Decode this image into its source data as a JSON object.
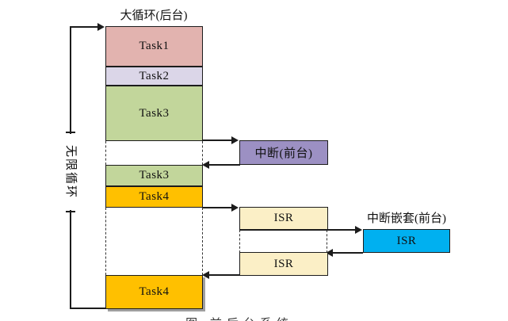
{
  "labels": {
    "title_background": "大循环(后台)",
    "infinite_loop": "无限循环",
    "task1": "Task1",
    "task2": "Task2",
    "task3": "Task3",
    "task4": "Task4",
    "interrupt": "中断(前台)",
    "isr": "ISR",
    "interrupt_nested": "中断嵌套(前台)",
    "caption_partial": "图 前后台系统"
  },
  "colors": {
    "task1": "#E2B3AF",
    "task2": "#DBD6E8",
    "task3": "#C2D69B",
    "task4": "#FFC000",
    "interrupt": "#9C90C3",
    "isr": "#FBEFC6",
    "isr_nested": "#00B0F0"
  }
}
